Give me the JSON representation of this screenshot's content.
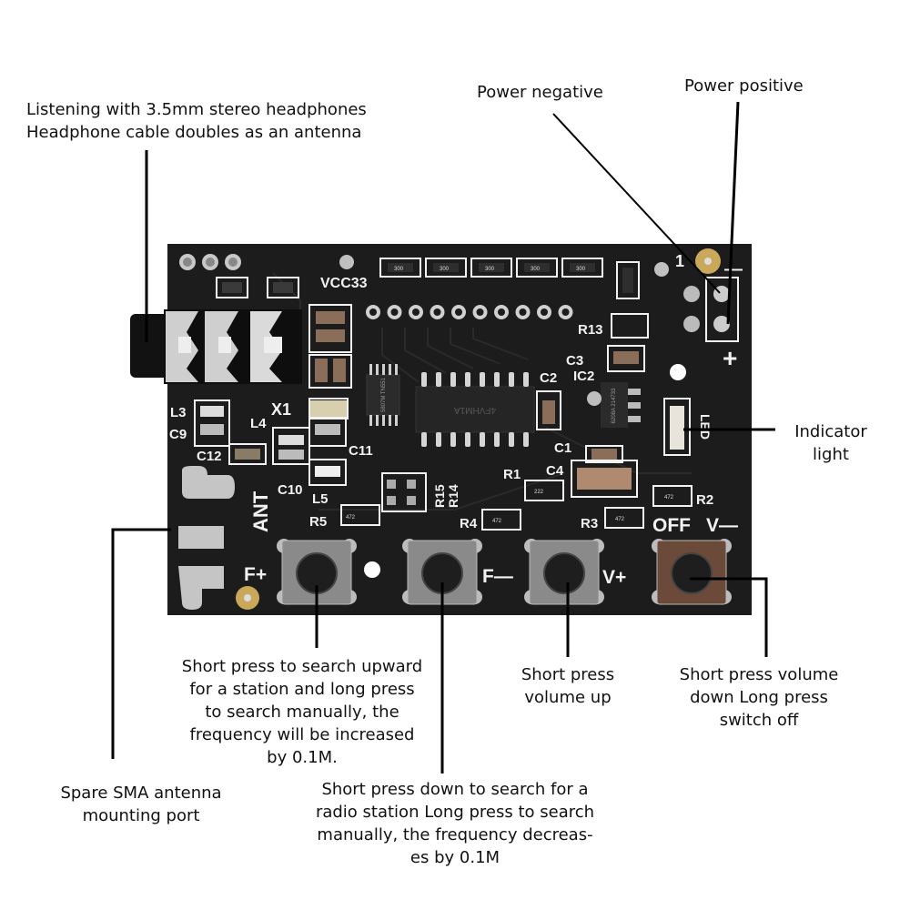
{
  "annotations": {
    "headphones": {
      "lines": [
        "Listening with 3.5mm stereo headphones",
        "Headphone cable doubles as an antenna"
      ]
    },
    "power_negative": {
      "lines": [
        "Power negative"
      ]
    },
    "power_positive": {
      "lines": [
        "Power positive"
      ]
    },
    "indicator_light": {
      "lines": [
        "Indicator",
        "light"
      ]
    },
    "f_plus_button": {
      "lines": [
        "Short press to search upward",
        "for a station and long press",
        "to search manually, the",
        "frequency will be increased",
        "by 0.1M."
      ]
    },
    "v_plus_button": {
      "lines": [
        "Short press",
        "volume up"
      ]
    },
    "v_minus_button": {
      "lines": [
        "Short press volume",
        "down Long press",
        "switch off"
      ]
    },
    "sma_port": {
      "lines": [
        "Spare SMA antenna",
        "mounting port"
      ]
    },
    "f_minus_button": {
      "lines": [
        "Short press down to search for a",
        "radio station Long press to search",
        "manually, the frequency decreas-",
        "es by 0.1M"
      ]
    }
  },
  "board": {
    "silkscreen": {
      "vcc": "VCC33",
      "x1": "X1",
      "l3": "L3",
      "c9": "C9",
      "l4": "L4",
      "c12": "C12",
      "c11": "C11",
      "c10": "C10",
      "l5": "L5",
      "ant": "ANT",
      "r15": "R15",
      "r14": "R14",
      "r5": "R5",
      "r4": "R4",
      "r3": "R3",
      "r2": "R2",
      "r1": "R1",
      "r13": "R13",
      "c1": "C1",
      "c2": "C2",
      "c3": "C3",
      "c4": "C4",
      "ic2": "IC2",
      "pin1": "1",
      "minus": "—",
      "plus": "+",
      "led": "LED",
      "off": "OFF",
      "f_plus": "F+",
      "f_minus": "F—",
      "v_plus": "V+",
      "v_minus": "V—"
    },
    "chips": {
      "main_ic": "4FVHM1A",
      "msop_ic": "5807M TN551",
      "regulator": "6208A 214733"
    },
    "resistor_codes": {
      "top_row": "300",
      "r5": "472",
      "r4": "472",
      "r3": "472",
      "r2": "472",
      "r1": "222"
    },
    "colors": {
      "pcb": "#1c1c1c",
      "silkscreen": "#f2f2f2",
      "tin": "#c8c8c8",
      "gold_pad": "#c9a85a"
    }
  }
}
